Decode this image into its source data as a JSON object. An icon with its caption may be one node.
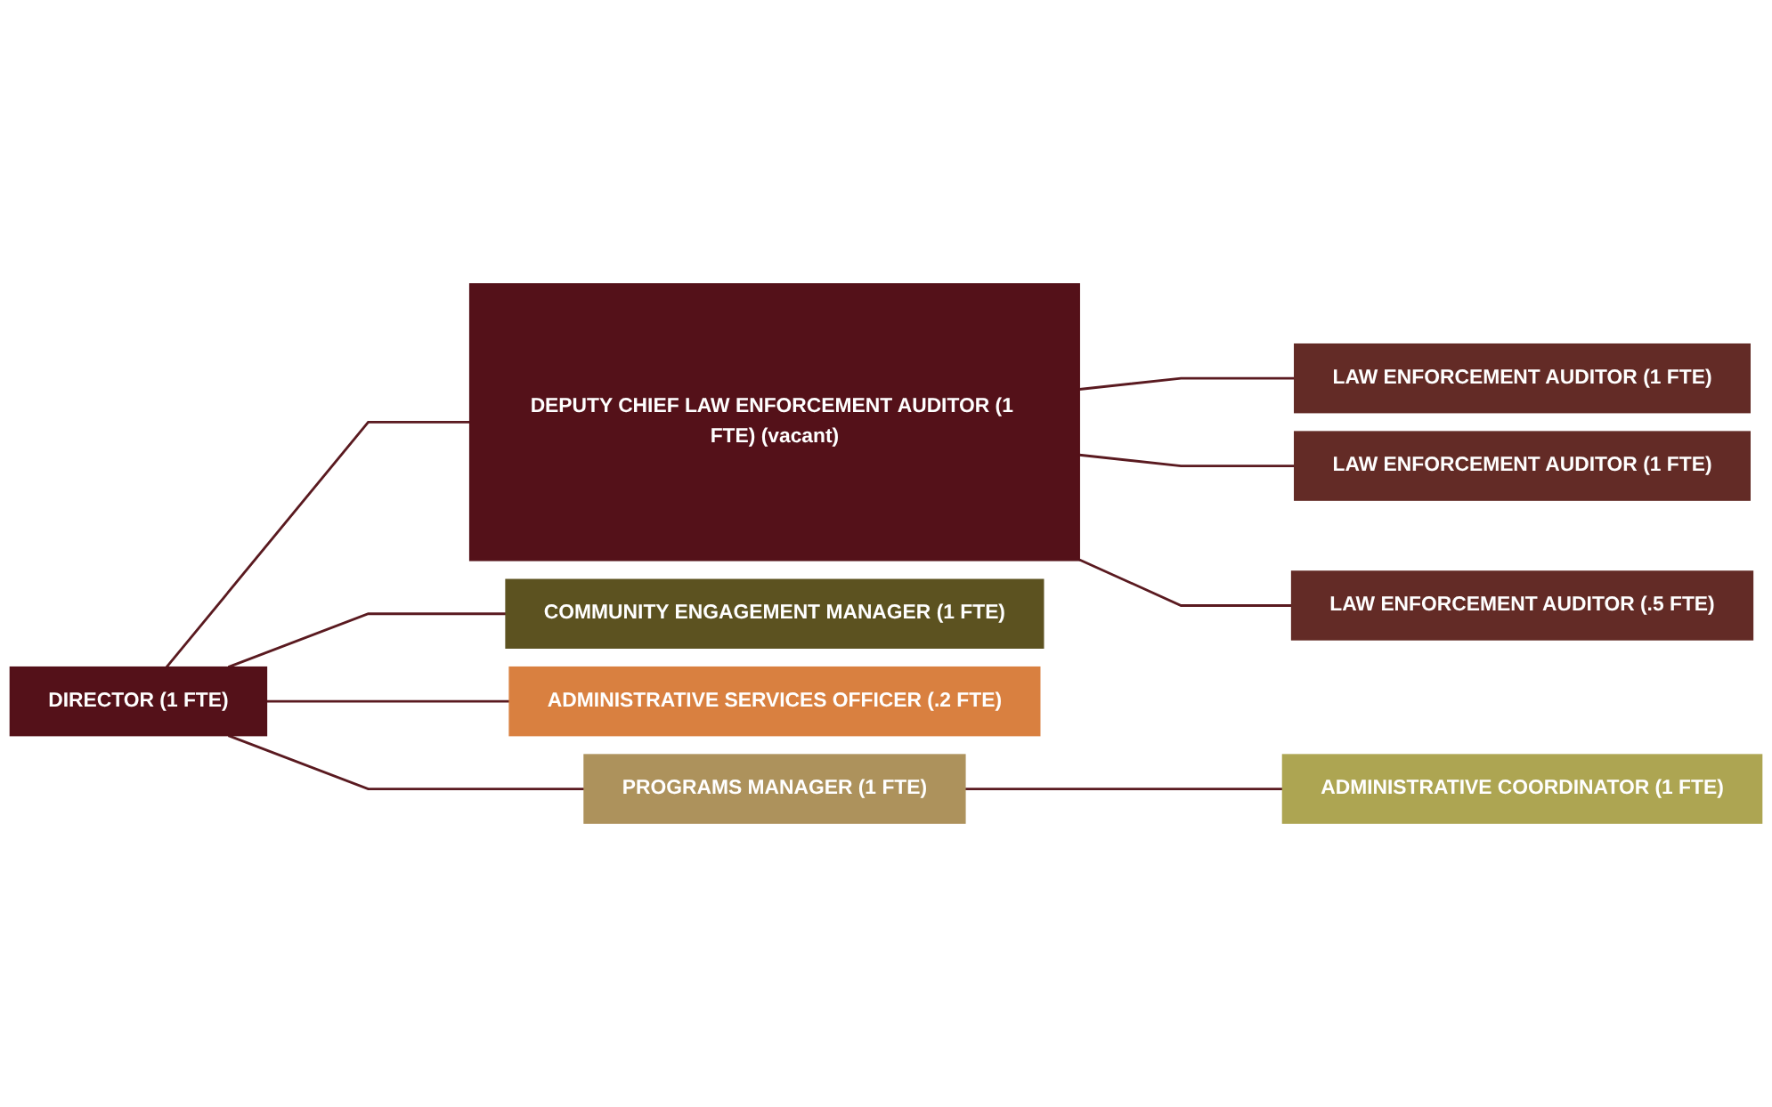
{
  "diagram": {
    "nodes": [
      {
        "text": [
          "DIRECTOR (1 FTE)"
        ]
      },
      {
        "text": [
          "DEPUTY CHIEF LAW ENFORCEMENT AUDITOR (1 FTE) (vacant)"
        ]
      },
      {
        "text": [
          "COMMUNITY ENGAGEMENT MANAGER (1 FTE)"
        ]
      },
      {
        "text": [
          "ADMINISTRATIVE SERVICES OFFICER (.2 FTE)"
        ]
      },
      {
        "text": [
          "PROGRAMS MANAGER (1 FTE)"
        ]
      },
      {
        "text": [
          "LAW ENFORCEMENT AUDITOR (1 FTE)"
        ]
      },
      {
        "text": [
          "LAW ENFORCEMENT AUDITOR (1 FTE)"
        ]
      },
      {
        "text": [
          "LAW ENFORCEMENT AUDITOR (.5 FTE)"
        ]
      },
      {
        "text": [
          "ADMINISTRATIVE COORDINATOR (1 FTE)"
        ]
      }
    ],
    "edges": [
      {
        "from": 0,
        "to": 1,
        "arrow": "none"
      },
      {
        "from": 0,
        "to": 2,
        "arrow": "none"
      },
      {
        "from": 0,
        "to": 3,
        "arrow": "none"
      },
      {
        "from": 0,
        "to": 4,
        "arrow": "none"
      },
      {
        "from": 1,
        "to": 5,
        "arrow": "none"
      },
      {
        "from": 1,
        "to": 6,
        "arrow": "none"
      },
      {
        "from": 1,
        "to": 7,
        "arrow": "none"
      },
      {
        "from": 4,
        "to": 8,
        "arrow": "none"
      }
    ]
  }
}
